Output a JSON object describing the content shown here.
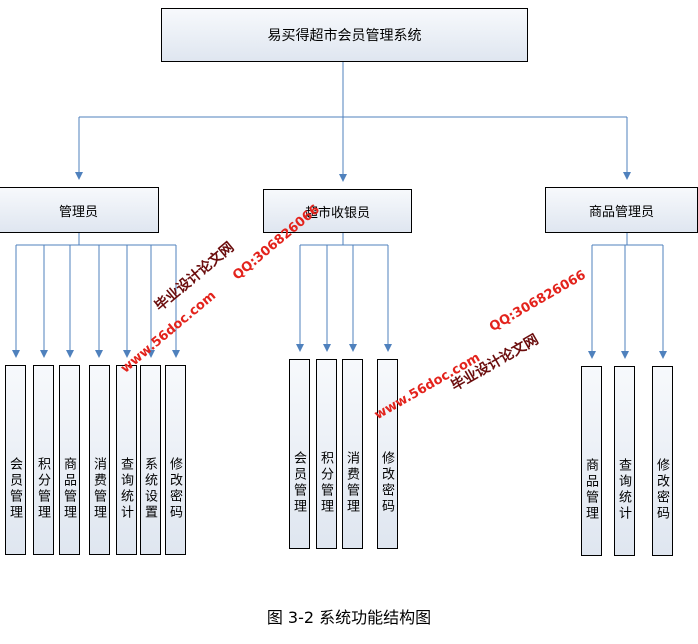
{
  "root": "易买得超市会员管理系统",
  "groups": [
    {
      "label": "管理员",
      "children": [
        "会员管理",
        "积分管理",
        "商品管理",
        "消费管理",
        "查询统计",
        "系统设置",
        "修改密码"
      ]
    },
    {
      "label": "超市收银员",
      "children": [
        "会员管理",
        "积分管理",
        "消费管理",
        "修改密码"
      ]
    },
    {
      "label": "商品管理员",
      "children": [
        "商品管理",
        "查询统计",
        "修改密码"
      ]
    }
  ],
  "caption": "图 3-2 系统功能结构图",
  "watermarks": {
    "site": "www.56doc.com",
    "qq": "QQ:306826066",
    "title": "毕业设计论文网"
  },
  "colors": {
    "line": "#4f81bd",
    "box_border": "#000000",
    "watermark_red": "#e3231c",
    "watermark_dark": "#6b0d0d"
  }
}
